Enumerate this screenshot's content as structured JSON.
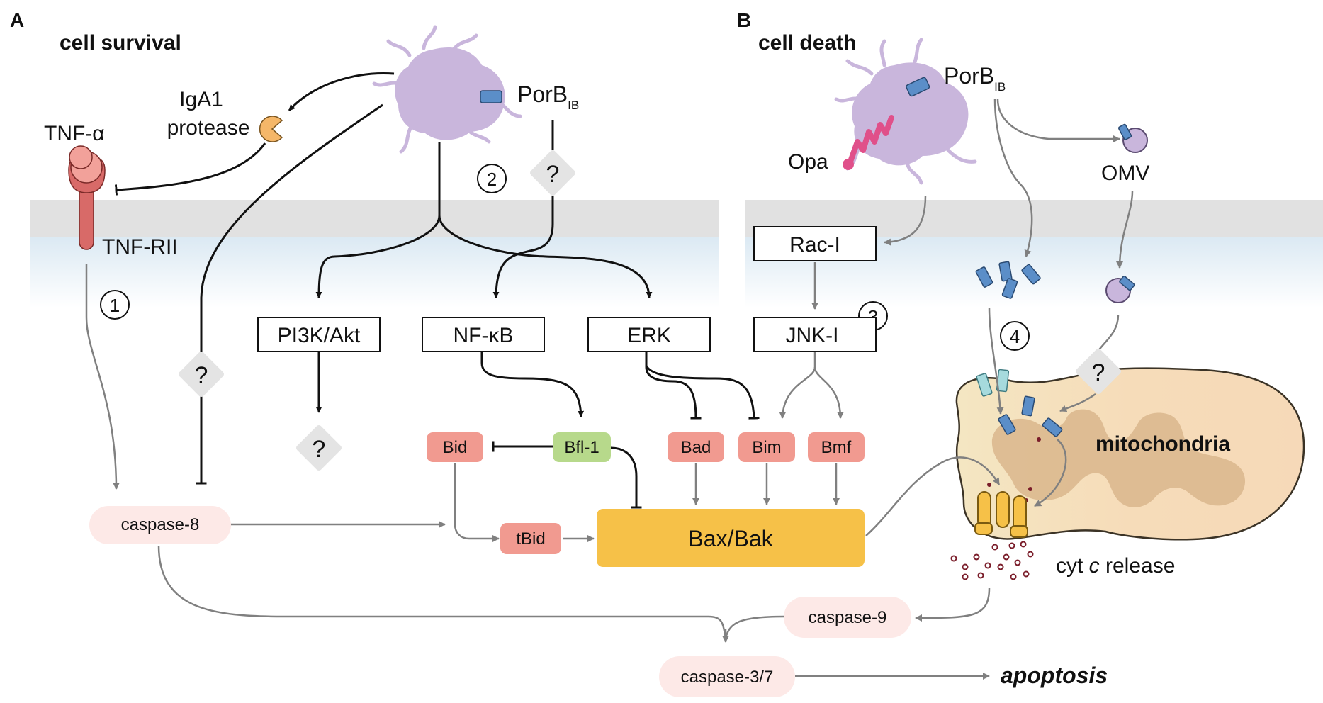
{
  "panels": {
    "a": {
      "letter": "A",
      "title": "cell survival"
    },
    "b": {
      "letter": "B",
      "title": "cell death"
    }
  },
  "labels": {
    "tnf_alpha": "TNF-α",
    "tnf_rii": "TNF-RII",
    "iga1_line1": "IgA1",
    "iga1_line2": "protease",
    "porb_main": "PorB",
    "porb_sub": "IB",
    "opa": "Opa",
    "omv": "OMV",
    "mitochondria": "mitochondria",
    "cyt_prefix": "cyt ",
    "cyt_italic": "c",
    "cyt_suffix": " release",
    "apoptosis": "apoptosis",
    "question": "?"
  },
  "steps": [
    "1",
    "2",
    "3",
    "4"
  ],
  "boxes": {
    "pi3k": "PI3K/Akt",
    "nfkb": "NF-κB",
    "erk": "ERK",
    "rac1": "Rac-I",
    "jnk1": "JNK-I"
  },
  "proteins": {
    "bid": "Bid",
    "bfl1": "Bfl-1",
    "bad": "Bad",
    "bim": "Bim",
    "bmf": "Bmf",
    "tbid": "tBid",
    "baxbak": "Bax/Bak"
  },
  "caspases": {
    "c8": "caspase-8",
    "c9": "caspase-9",
    "c37": "caspase-3/7"
  },
  "colors": {
    "bacterium": "#c9b6dc",
    "porin": "#5b8ec8",
    "opa": "#e0508a",
    "tnf_receptor": "#d86a68",
    "tnf_ligand": "#f2a19a",
    "protease": "#f5b769",
    "pro_apoptotic": "#f19a90",
    "anti_apoptotic": "#b7d98b",
    "baxbak": "#f6c148",
    "caspase_bg": "#fde9e7",
    "mitochondria_outer": "#f6dab8",
    "mitochondria_inner": "#dcb78d",
    "arrow_black": "#111111",
    "arrow_gray": "#808080"
  }
}
